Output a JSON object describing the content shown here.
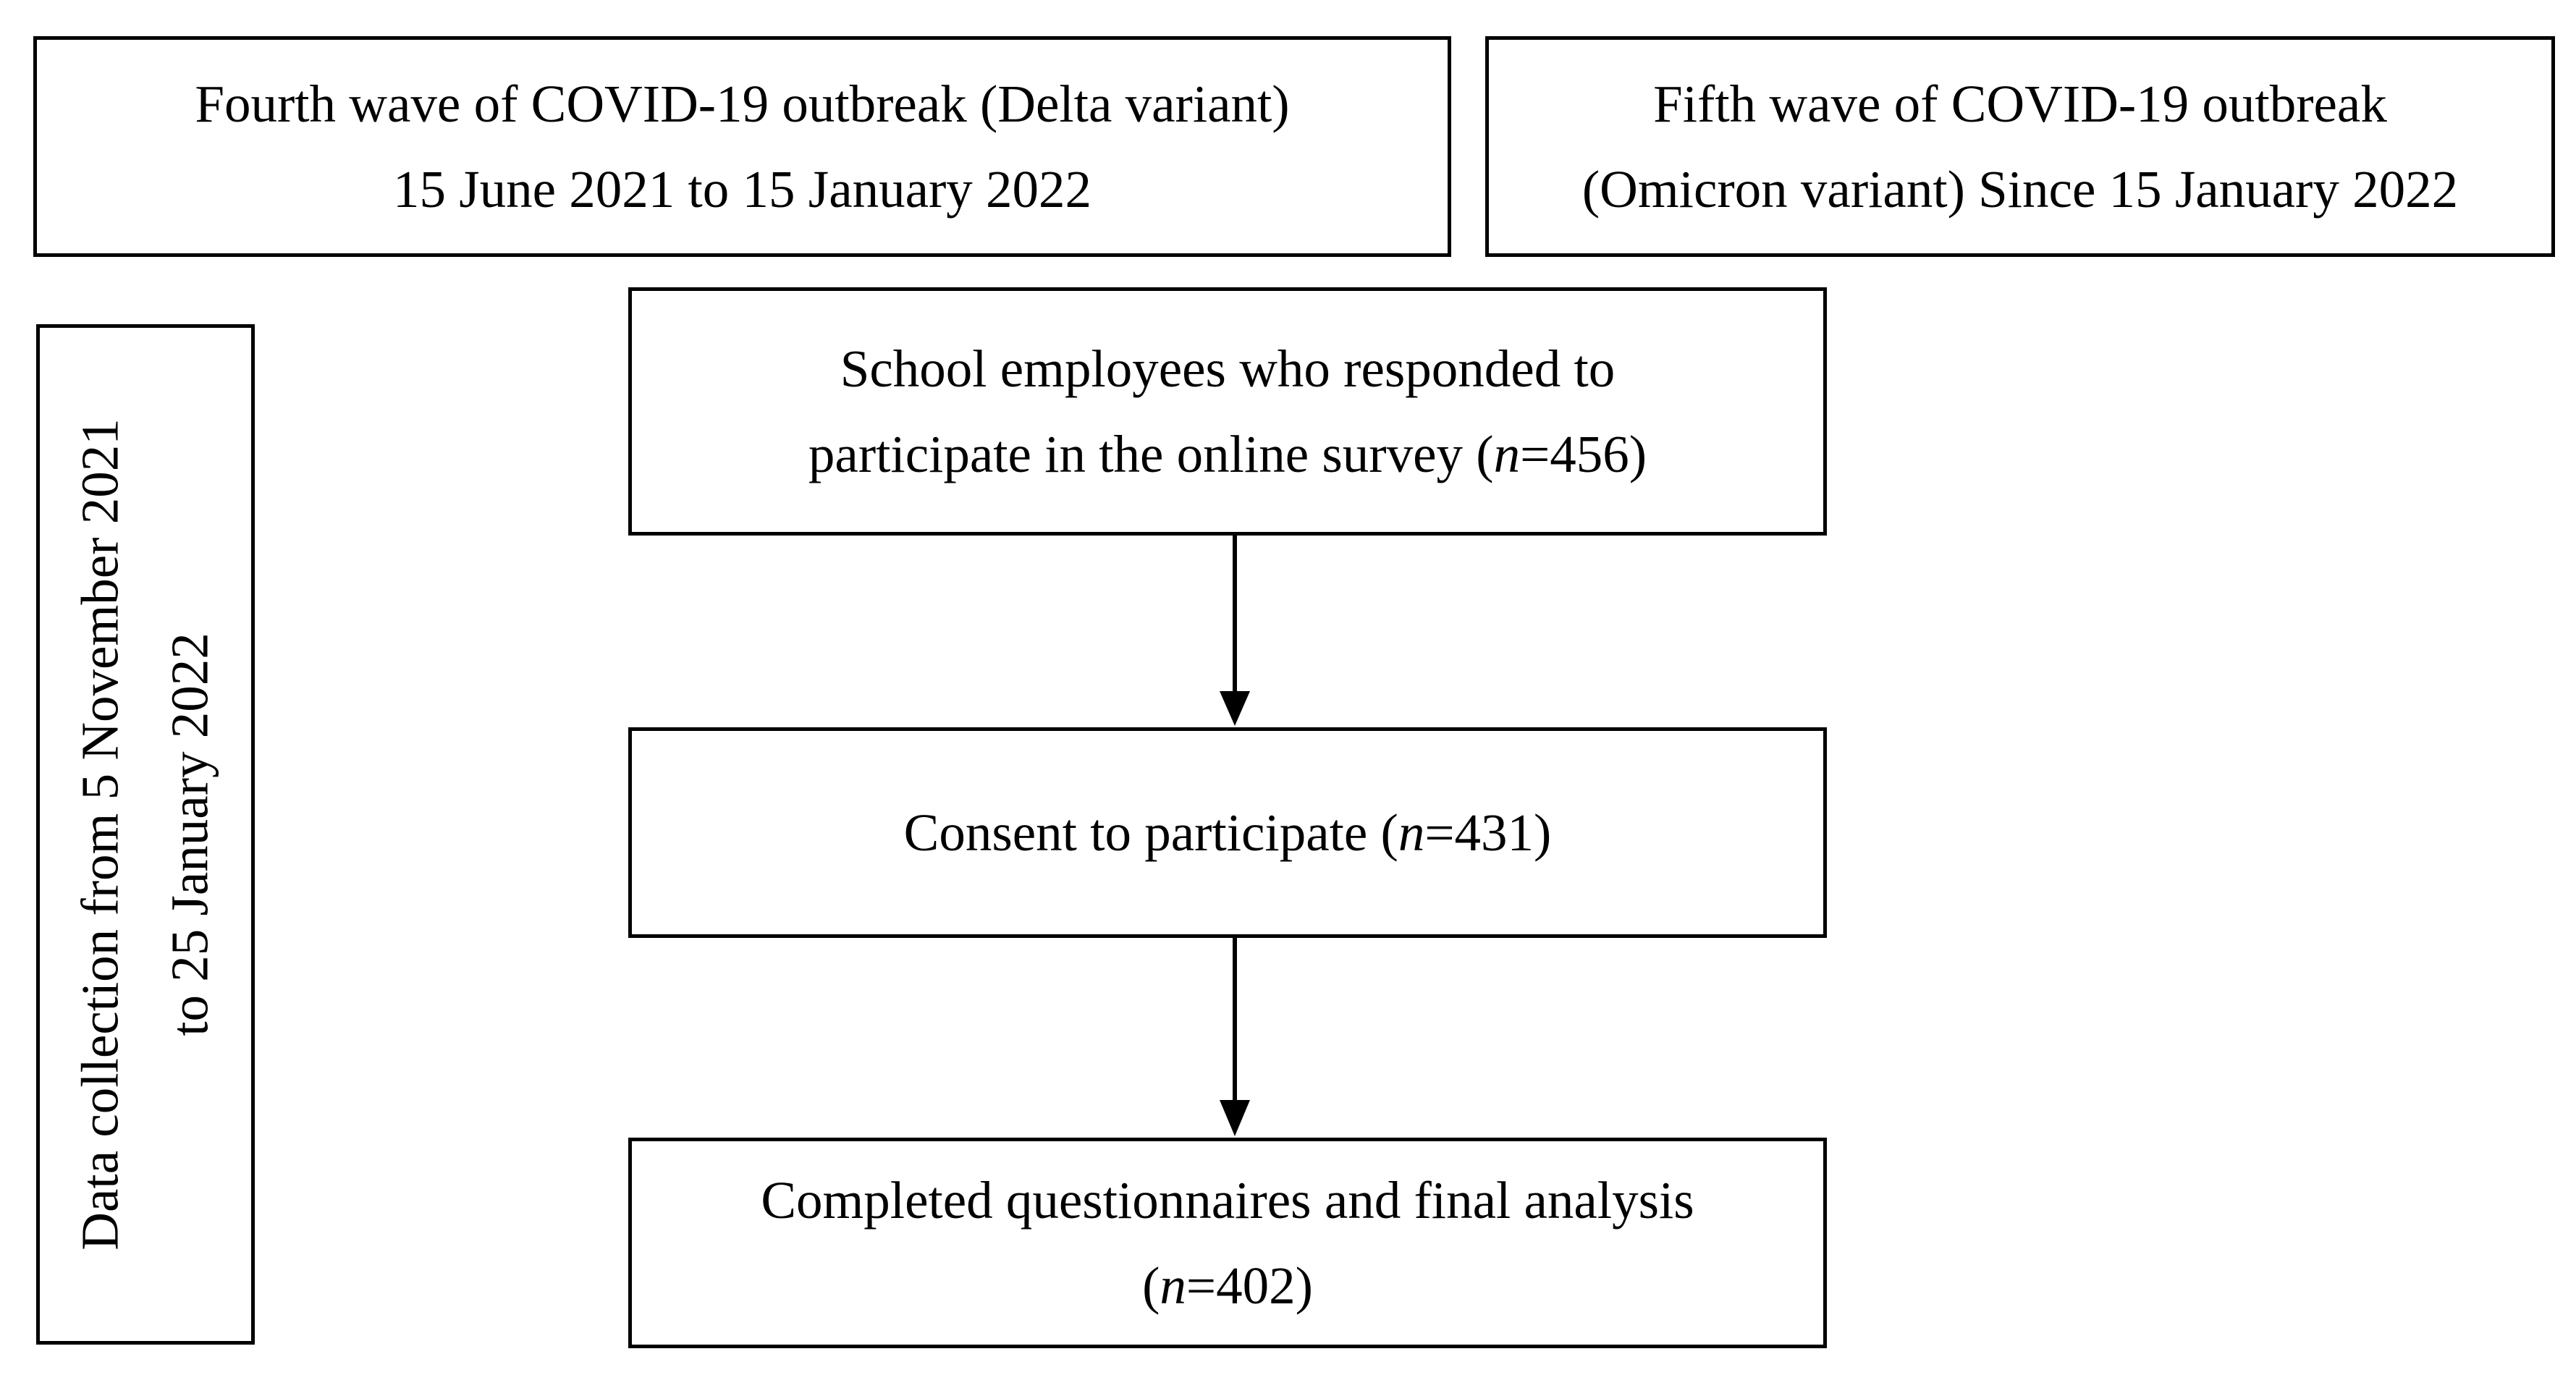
{
  "waves": {
    "fourth": {
      "line1": "Fourth wave of COVID-19 outbreak (Delta variant)",
      "line2": "15 June 2021 to 15 January 2022"
    },
    "fifth": {
      "line1": "Fifth wave of COVID-19 outbreak",
      "line2": "(Omicron variant) Since 15 January 2022"
    }
  },
  "data_collection": {
    "line1": "Data collection from 5 November 2021",
    "line2": "to 25 January 2022"
  },
  "steps": [
    {
      "line1": "School employees who responded to",
      "line2_prefix": "participate in the online survey (",
      "n_label": "n",
      "n_value": "=456)"
    },
    {
      "line1_prefix": "Consent to participate (",
      "n_label": "n",
      "n_value": "=431)"
    },
    {
      "line1": "Completed questionnaires and final analysis",
      "line2_prefix": "(",
      "n_label": "n",
      "n_value": "=402)"
    }
  ],
  "colors": {
    "stroke": "#000000",
    "background": "#ffffff"
  }
}
